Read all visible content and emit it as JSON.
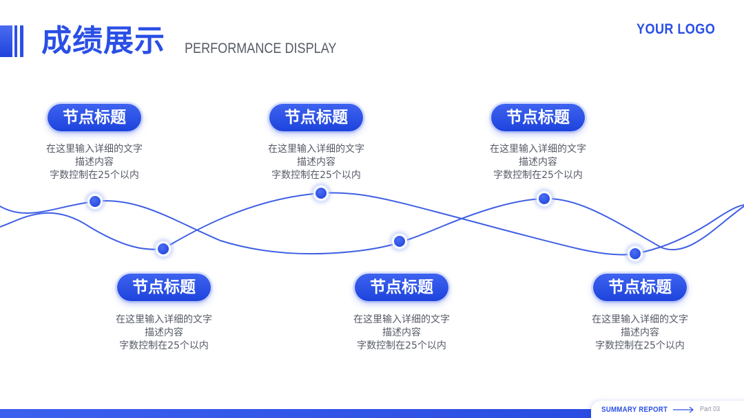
{
  "header": {
    "title_cn": "成绩展示",
    "title_en": "PERFORMANCE DISPLAY",
    "logo": "YOUR LOGO"
  },
  "nodes": [
    {
      "title": "节点标题",
      "desc": [
        "在这里输入详细的文字",
        "描述内容",
        "字数控制在25个以内"
      ]
    },
    {
      "title": "节点标题",
      "desc": [
        "在这里输入详细的文字",
        "描述内容",
        "字数控制在25个以内"
      ]
    },
    {
      "title": "节点标题",
      "desc": [
        "在这里输入详细的文字",
        "描述内容",
        "字数控制在25个以内"
      ]
    },
    {
      "title": "节点标题",
      "desc": [
        "在这里输入详细的文字",
        "描述内容",
        "字数控制在25个以内"
      ]
    },
    {
      "title": "节点标题",
      "desc": [
        "在这里输入详细的文字",
        "描述内容",
        "字数控制在25个以内"
      ]
    },
    {
      "title": "节点标题",
      "desc": [
        "在这里输入详细的文字",
        "描述内容",
        "字数控制在25个以内"
      ]
    }
  ],
  "footer": {
    "label": "SUMMARY REPORT",
    "part": "Part 03"
  },
  "colors": {
    "accent": "#2a4fe6",
    "text_gray": "#555a66",
    "wave": "#3f5fe4"
  }
}
